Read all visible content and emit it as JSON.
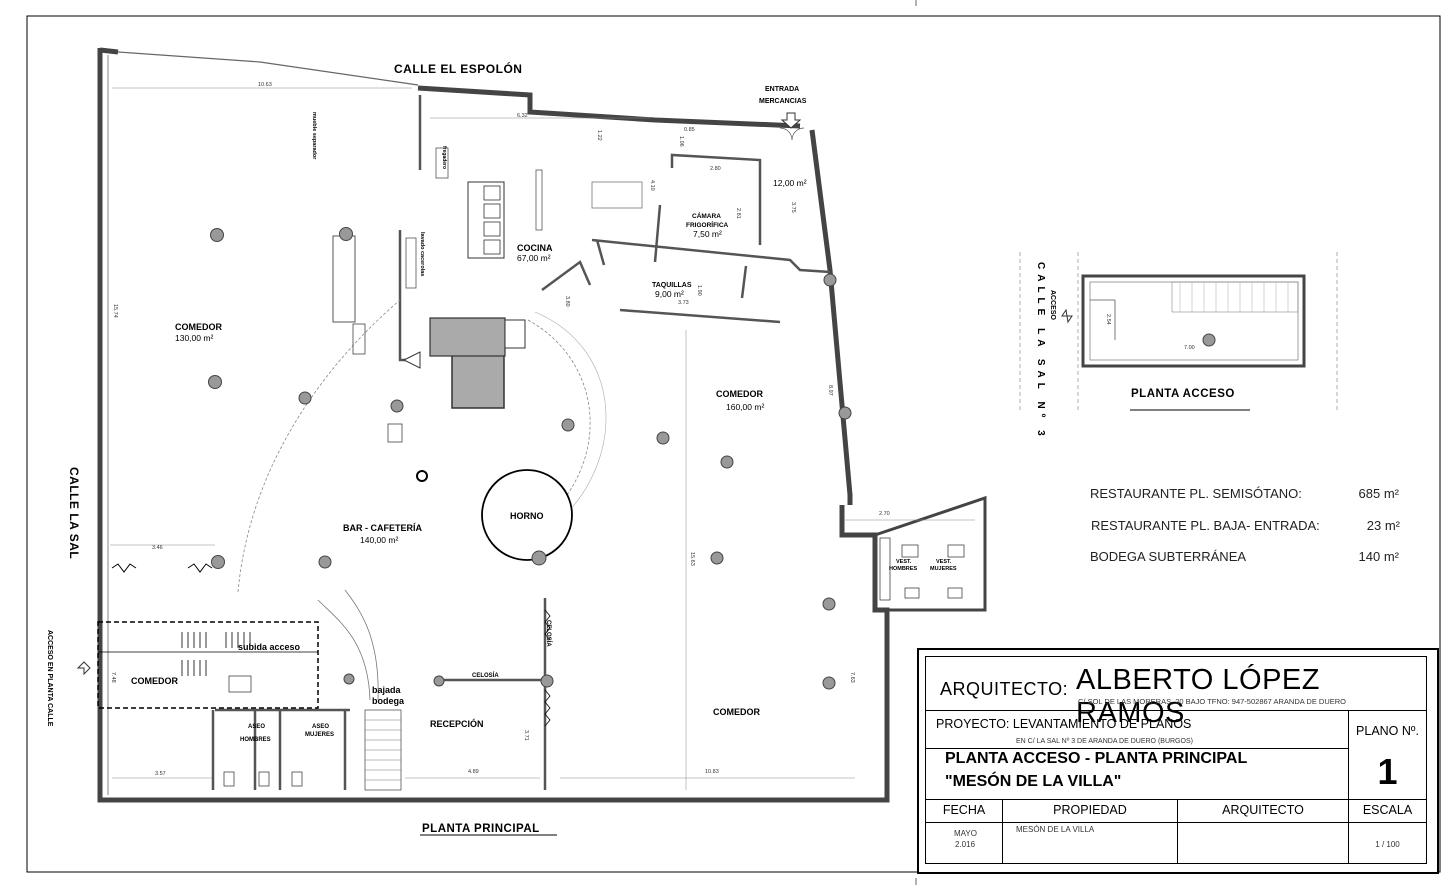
{
  "streets": {
    "top": "CALLE EL ESPOLÓN",
    "left": "CALLE LA SAL",
    "access_vertical": "ACCESO EN PLANTA CALLE",
    "merchandise_1": "ENTRADA",
    "merchandise_2": "MERCANCIAS"
  },
  "plan_title": "PLANTA PRINCIPAL",
  "rooms": [
    {
      "id": "comedor-1",
      "name": "COMEDOR",
      "area": "130,00 m²"
    },
    {
      "id": "cocina",
      "name": "COCINA",
      "area": "67,00 m²"
    },
    {
      "id": "camara",
      "name": "CÁMARA",
      "name2": "FRIGORÍFICA",
      "area": "7,50 m²"
    },
    {
      "id": "almacen",
      "name": "",
      "area": "12,00 m²"
    },
    {
      "id": "taquillas",
      "name": "TAQUILLAS",
      "area": "9,00 m²"
    },
    {
      "id": "comedor-2",
      "name": "COMEDOR",
      "area": "160,00 m²"
    },
    {
      "id": "bar",
      "name": "BAR - CAFETERÍA",
      "area": "140,00 m²"
    },
    {
      "id": "horno",
      "name": "HORNO",
      "area": ""
    },
    {
      "id": "comedor-3",
      "name": "COMEDOR",
      "area": ""
    },
    {
      "id": "comedor-4",
      "name": "COMEDOR",
      "area": ""
    },
    {
      "id": "recepcion",
      "name": "RECEPCIÓN",
      "area": ""
    },
    {
      "id": "subida",
      "name": "subida acceso",
      "area": ""
    },
    {
      "id": "bajada",
      "name": "bajada",
      "name2": "bodega",
      "area": ""
    },
    {
      "id": "aseo-h",
      "name": "ASEO",
      "name2": "HOMBRES",
      "area": ""
    },
    {
      "id": "aseo-m",
      "name": "ASEO",
      "name2": "MUJERES",
      "area": ""
    },
    {
      "id": "vest-h",
      "name": "VEST.",
      "name2": "HOMBRES",
      "area": ""
    },
    {
      "id": "vest-m",
      "name": "VEST.",
      "name2": "MUJERES",
      "area": ""
    }
  ],
  "labels": {
    "celosia_h": "CELOSÍA",
    "celosia_v": "CELOSÍA",
    "mueble": "mueble separador",
    "fregadero": "fregadero",
    "lavado": "lavado cacerolas"
  },
  "dimensions": [
    "10.63",
    "6.32",
    "1.22",
    "0.85",
    "1.06",
    "2.80",
    "4.10",
    "2.81",
    "3.75",
    "3.73",
    "1.90",
    "15.74",
    "3.46",
    "7.48",
    "3.57",
    "4.89",
    "3.71",
    "10.83",
    "15.63",
    "7.63",
    "2.70",
    "3.80",
    "8.97"
  ],
  "access_plan": {
    "title": "PLANTA ACCESO",
    "street": "CALLE LA SAL Nº 3",
    "access": "ACCESO",
    "dim_w": "7.00",
    "dim_h": "2.54"
  },
  "areas": [
    {
      "label": "RESTAURANTE PL. SEMISÓTANO:",
      "value": "685 m²"
    },
    {
      "label": "RESTAURANTE PL. BAJA- ENTRADA:",
      "value": "23 m²"
    },
    {
      "label": "BODEGA SUBTERRÁNEA",
      "value": "140 m²"
    }
  ],
  "title_block": {
    "arquitecto_label": "ARQUITECTO:",
    "arquitecto_name": "ALBERTO LÓPEZ RAMOS",
    "address": "C/ SOL DE LAS MORERAS, 20 BAJO  TFNO: 947-502867  ARANDA DE DUERO",
    "proyecto": "PROYECTO: LEVANTAMIENTO DE PLANOS",
    "proyecto_loc": "EN C/ LA SAL Nº 3 DE ARANDA DE DUERO (BURGOS)",
    "plano_label": "PLANO Nº.",
    "plano_num": "1",
    "title_1": "PLANTA ACCESO - PLANTA PRINCIPAL",
    "title_2": "\"MESÓN DE LA VILLA\"",
    "headers": {
      "fecha": "FECHA",
      "propiedad": "PROPIEDAD",
      "arquitecto": "ARQUITECTO",
      "escala": "ESCALA"
    },
    "fecha_1": "MAYO",
    "fecha_2": "2.016",
    "propiedad": "MESÓN DE LA VILLA",
    "arquitecto": "",
    "escala": "1 / 100"
  }
}
